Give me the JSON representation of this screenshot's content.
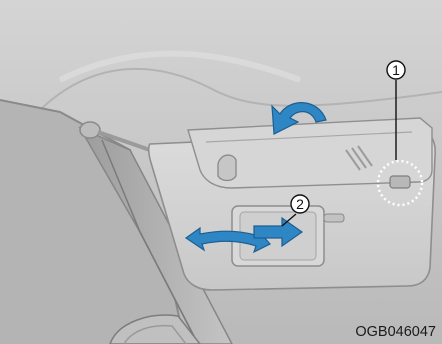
{
  "illustration": {
    "subject": "sun-visor",
    "callouts": [
      {
        "id": "1",
        "label": "1"
      },
      {
        "id": "2",
        "label": "2"
      }
    ],
    "figure_code": "OGB046047",
    "colors": {
      "arrow": "#2f86c5",
      "arrow_edge": "#1c5f92",
      "headliner": "#c9c9c9",
      "visor": "#d2d2d2",
      "outline": "#8e8e8e"
    }
  }
}
